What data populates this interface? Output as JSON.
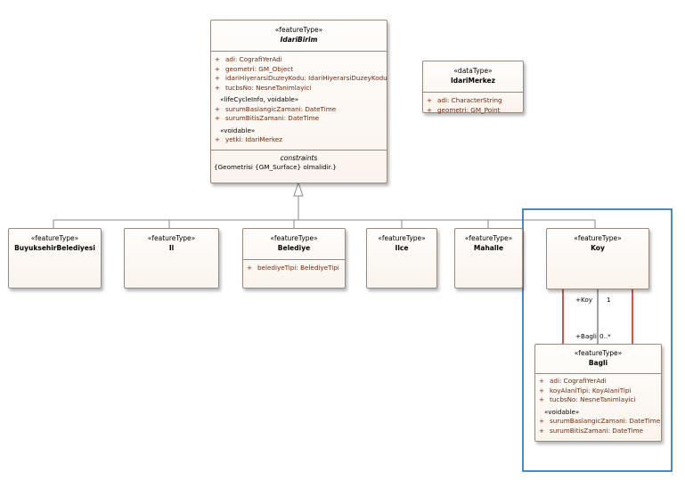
{
  "classes": {
    "idari_birim": {
      "stereotype": "«featureType»",
      "name": "IdariBirim",
      "attrs": [
        {
          "vis": "+",
          "text": "adi: CografiYerAdi"
        },
        {
          "vis": "+",
          "text": "geometri: GM_Object"
        },
        {
          "vis": "+",
          "text": "idariHiyerarsiDuzeyKodu: IdariHiyerarsiDuzeyKodu"
        },
        {
          "vis": "+",
          "text": "tucbsNo: NesneTanimlayici"
        }
      ],
      "group1_label": "«lifeCycleInfo, voidable»",
      "group1_attrs": [
        {
          "vis": "+",
          "text": "surumBaslangicZamani: DateTime"
        },
        {
          "vis": "+",
          "text": "surumBitisZamani: DateTime"
        }
      ],
      "group2_label": "«voidable»",
      "group2_attrs": [
        {
          "vis": "+",
          "text": "yetki: IdariMerkez"
        }
      ],
      "constraints_title": "constraints",
      "constraint": "{Geometrisi {GM_Surface} olmalidir.}"
    },
    "idari_merkez": {
      "stereotype": "«dataType»",
      "name": "IdariMerkez",
      "attrs": [
        {
          "vis": "+",
          "text": "adi: CharacterString"
        },
        {
          "vis": "+",
          "text": "geometri: GM_Point"
        }
      ]
    },
    "buyuksehir": {
      "stereotype": "«featureType»",
      "name": "BuyuksehirBelediyesi"
    },
    "il": {
      "stereotype": "«featureType»",
      "name": "Il"
    },
    "belediye": {
      "stereotype": "«featureType»",
      "name": "Belediye",
      "attrs": [
        {
          "vis": "+",
          "text": "belediyeTipi: BelediyeTipi"
        }
      ]
    },
    "ilce": {
      "stereotype": "«featureType»",
      "name": "Ilce"
    },
    "mahalle": {
      "stereotype": "«featureType»",
      "name": "Mahalle"
    },
    "koy": {
      "stereotype": "«featureType»",
      "name": "Koy"
    },
    "bagli": {
      "stereotype": "«featureType»",
      "name": "Bagli",
      "attrs": [
        {
          "vis": "+",
          "text": "adi: CografiYerAdi"
        },
        {
          "vis": "+",
          "text": "koyAlaniTipi: KoyAlaniTipi"
        },
        {
          "vis": "+",
          "text": "tucbsNo: NesneTanimlayici"
        }
      ],
      "group1_label": "«voidable»",
      "group1_attrs": [
        {
          "vis": "+",
          "text": "surumBaslangicZamani: DateTime"
        },
        {
          "vis": "+",
          "text": "surumBitisZamani: DateTime"
        }
      ]
    }
  },
  "association": {
    "role_koy": "+Koy",
    "mult_koy": "1",
    "role_bagli": "+Bagli",
    "mult_bagli": "0..*"
  },
  "colors": {
    "attribute_text": "#70280f",
    "class_border": "#9a8a7e",
    "highlight_blue": "#1f6fb4",
    "highlight_red": "#e02020"
  }
}
